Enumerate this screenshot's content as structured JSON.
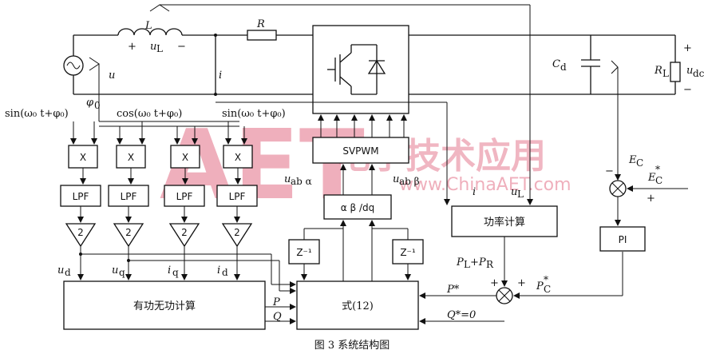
{
  "figure": {
    "caption": "图 3   系统结构图",
    "watermark": {
      "big": "AET",
      "cn": "电子技术应用",
      "url": "www.ChinaAET.com"
    }
  },
  "circuit": {
    "inductor_label": "L",
    "uL_label": "u",
    "uL_sub": "L",
    "plus": "+",
    "minus": "−",
    "resistor_label": "R",
    "source_u": "u",
    "current_i": "i",
    "phi0": "φ",
    "phi0_sub": "0",
    "cap_label": "C",
    "cap_sub": "d",
    "load_label": "R",
    "load_sub": "L",
    "udc_label": "u",
    "udc_sub": "dc"
  },
  "references": {
    "sin1": "sin(ω₀ t+φ₀)",
    "cos": "cos(ω₀ t+φ₀)",
    "sin2": "sin(ω₀ t+φ₀)"
  },
  "blocks": {
    "mult": "X",
    "lpf": "LPF",
    "gain": "2",
    "pq_calc": "有功无功计算",
    "svpwm": "SVPWM",
    "transform": "α β /dq",
    "delay": "Z⁻¹",
    "formula": "式(12)",
    "power_calc": "功率计算",
    "pi": "PI"
  },
  "signals": {
    "ud": "u",
    "ud_sub": "d",
    "uq": "u",
    "uq_sub": "q",
    "iq": "i",
    "iq_sub": "q",
    "id": "i",
    "id_sub": "d",
    "P": "P",
    "Q": "Q",
    "ua": "u",
    "ua_sub": "ab α",
    "ub": "u",
    "ub_sub": "ab β",
    "pc_i": "i",
    "pc_uL": "u",
    "pc_uL_sub": "L",
    "pl_pr": "P",
    "pl_sub": "L",
    "pl_plus": "+P",
    "pr_sub": "R",
    "pstar": "P*",
    "pcstar": "P",
    "pcstar_sub": "C",
    "pcstar_sup": "*",
    "qstar": "Q*=0",
    "ec": "E",
    "ec_sub": "C",
    "ecstar": "E",
    "ecstar_sub": "C",
    "ecstar_sup": "*"
  }
}
